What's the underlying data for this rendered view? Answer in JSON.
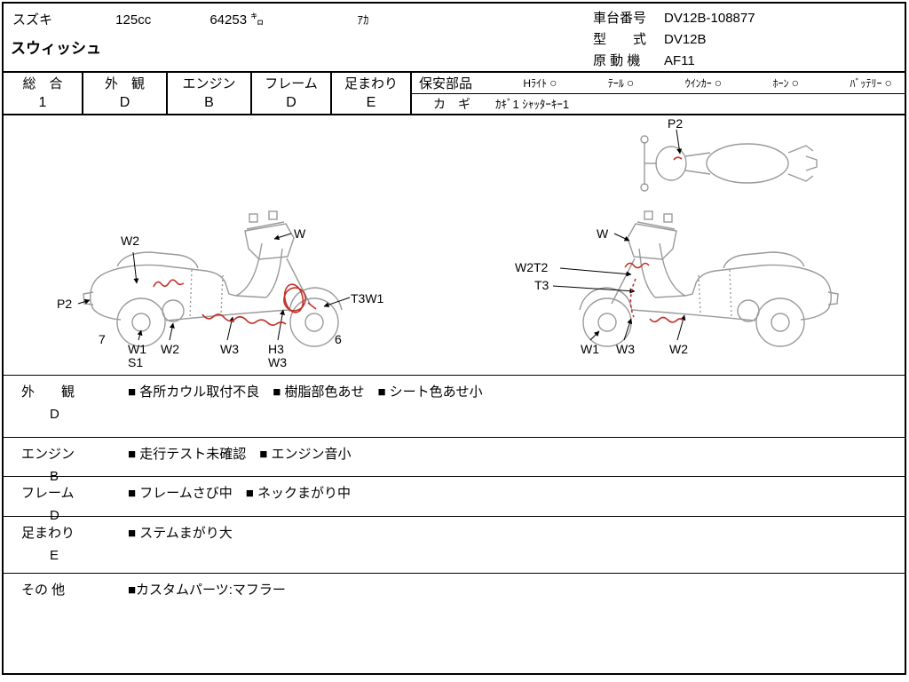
{
  "header": {
    "maker": "スズキ",
    "displacement": "125cc",
    "mileage": "64253 ㌔",
    "color": "ｱｶ",
    "model_name": "スウィッシュ",
    "chassis_label": "車台番号",
    "chassis_value": "DV12B-108877",
    "type_label": "型　　式",
    "type_value": "DV12B",
    "engine_label": "原 動 機",
    "engine_value": "AF11"
  },
  "grades": [
    {
      "label": "総　合",
      "value": "1"
    },
    {
      "label": "外　観",
      "value": "D"
    },
    {
      "label": "エンジン",
      "value": "B"
    },
    {
      "label": "フレーム",
      "value": "D"
    },
    {
      "label": "足まわり",
      "value": "E"
    }
  ],
  "safety": {
    "label": "保安部品",
    "items": [
      {
        "name": "Hﾗｲﾄ",
        "status": "○"
      },
      {
        "name": "ﾃｰﾙ",
        "status": "○"
      },
      {
        "name": "ｳｲﾝｶｰ",
        "status": "○"
      },
      {
        "name": "ﾎｰﾝ",
        "status": "○"
      },
      {
        "name": "ﾊﾞｯﾃﾘｰ",
        "status": "○"
      }
    ],
    "key_label": "カ　ギ",
    "key_value": "ｶｷﾞ1 ｼｬｯﾀｰｷｰ1"
  },
  "diagram": {
    "top_view": {
      "p2": "P2"
    },
    "left_view": {
      "w2_top": "W2",
      "w": "W",
      "p2": "P2",
      "t3w1": "T3W1",
      "num7": "7",
      "num6": "6",
      "w1": "W1",
      "s1": "S1",
      "w2_bottom": "W2",
      "w3": "W3",
      "h3": "H3",
      "w3b": "W3"
    },
    "right_view": {
      "w": "W",
      "w2t2": "W2T2",
      "t3": "T3",
      "w1": "W1",
      "w3": "W3",
      "w2": "W2"
    }
  },
  "comments": {
    "rows": [
      {
        "label": "外　　観",
        "grade": "D",
        "text": "■ 各所カウル取付不良　■ 樹脂部色あせ　■ シート色あせ小"
      },
      {
        "label": "エンジン",
        "grade": "B",
        "text": "■ 走行テスト未確認　■ エンジン音小"
      },
      {
        "label": "フレーム",
        "grade": "D",
        "text": "■ フレームさび中　■ ネックまがり中"
      },
      {
        "label": "足まわり",
        "grade": "E",
        "text": "■ ステムまがり大"
      },
      {
        "label": "その 他",
        "grade": "",
        "text": "■カスタムパーツ:マフラー"
      }
    ]
  }
}
